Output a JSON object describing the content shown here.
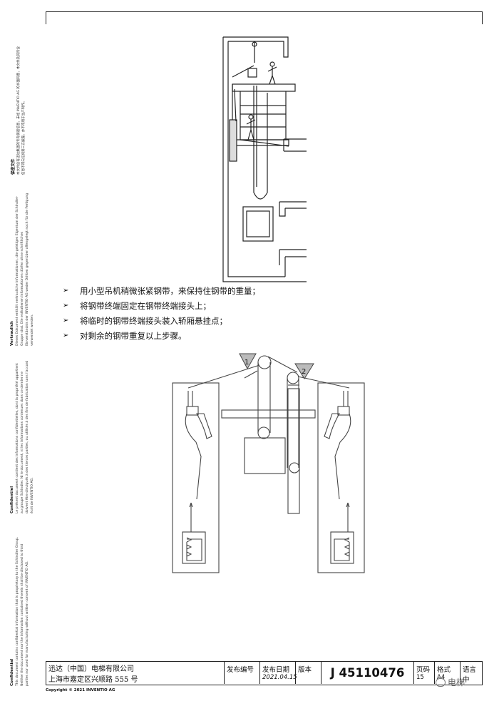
{
  "sidebar": {
    "conf_en_title": "Confidential",
    "conf_en_body": [
      "This document contains confidential information that is proprietary to the Schindler Group.",
      "Neither the document nor the information contained therein shall be disclosed to third",
      "parties nor used for manufacturing without written consent of INVENTIO AG."
    ],
    "conf_fr_title": "Confidentiel",
    "conf_fr_body": [
      "Le présent document contient des informations confidentielles, dont la propriété appartient",
      "au groupe Schindler. Ni le document, ni les informations contenues dans ce dernier ne",
      "doivent être divulgués à des tierces parties, ou utilisés à des fins de fabrication sans l'accord",
      "écrit de INVENTIO AG."
    ],
    "conf_de_title": "Vertraulich",
    "conf_de_body": [
      "Dieses Dokument enthält vertrauliche Informationen, die geistiges Eigentum der Schindler-",
      "Gruppe sind. Die enthaltenen Informationen dürfen ohne schriftliches",
      "Einverständnis der INVENTIO AG weder Dritten gegenüber offengelegt noch für die Fertigung",
      "verwendet werden."
    ],
    "conf_cn_title": "保密文件",
    "conf_cn_body": [
      "本文件含有迅达集团的专有保密信息，未经 INVENTIO AG 的书面同意，本文件及其所含",
      "信息不得向任何第三方披露，亦不得用于生产制作。"
    ]
  },
  "steps": [
    "用小型吊机稍微张紧钢带，来保持住钢带的重量；",
    "将钢带终端固定在钢带终端接头上；",
    "将临时的钢带终端接头装入轿厢悬挂点；",
    "对剩余的钢带重复以上步骤。"
  ],
  "bullet_glyph": "➢",
  "figure_labels": {
    "marker_1": "1",
    "marker_2": "2"
  },
  "title_block": {
    "company_line1": "迅达（中国）电梯有限公司",
    "company_line2": "上海市嘉定区兴顺路 555 号",
    "issue_no_label": "发布编号",
    "issue_date_label": "发布日期",
    "issue_date": "2021.04.15",
    "version_label": "版本",
    "doc_number": "J 45110476",
    "page_label": "页码",
    "page_value": "15",
    "format_label": "格式",
    "format_value": "A4",
    "language_label": "语言",
    "language_value": "中"
  },
  "copyright": "Copyright © 2021 INVENTIO AG",
  "watermark": "电梯"
}
